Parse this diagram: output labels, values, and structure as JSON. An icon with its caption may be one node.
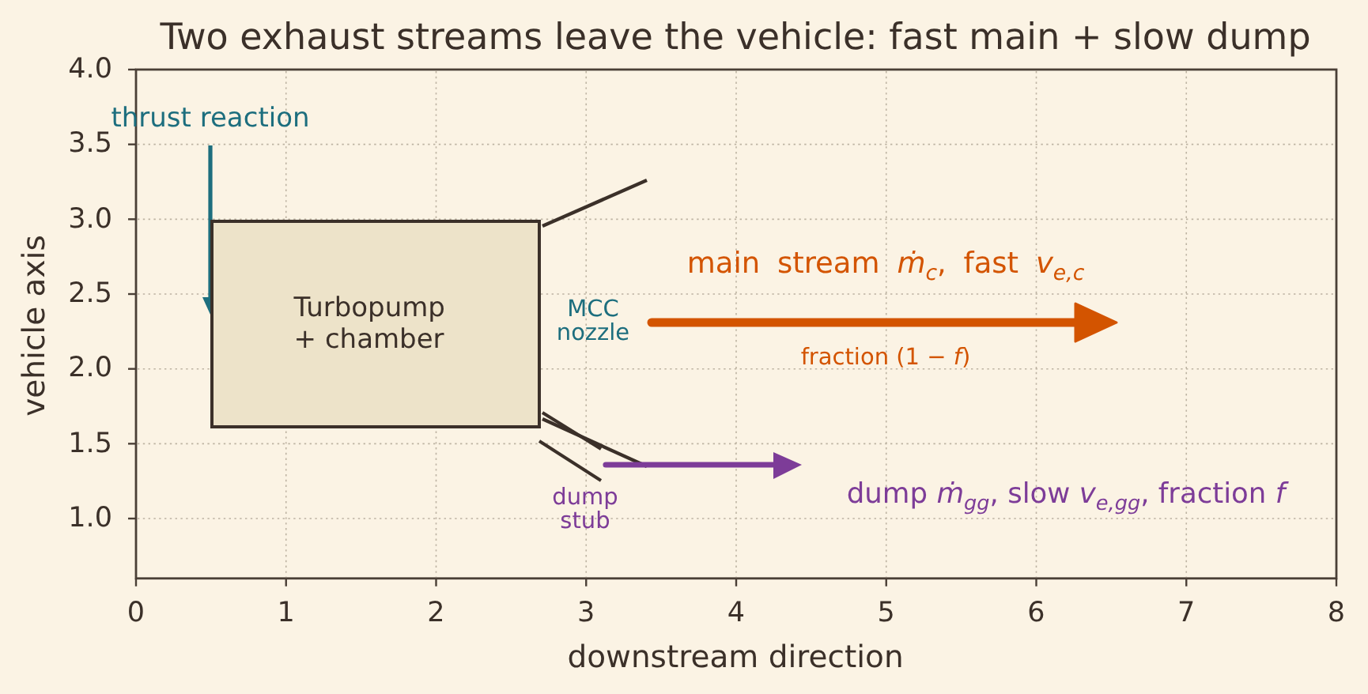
{
  "diagram": {
    "title": "Two exhaust streams leave the vehicle: fast main + slow dump",
    "nodes": [
      {
        "text": [
          "Turbopump + chamber"
        ]
      }
    ],
    "labels": [
      "thrust reaction",
      "main stream *ṁ*$_{c}$, fast *v*$_{e,c}$",
      "MCC nozzle",
      "fraction (1 − *f*)",
      "dump stub",
      "dump *ṁ*$_{gg}$, slow *v*$_{e,gg}$, fraction *f*",
      "4.0",
      "3.5",
      "3.0",
      "2.5",
      "2.0",
      "1.5",
      "1.0",
      "vehicle axis",
      "0",
      "1",
      "2",
      "3",
      "4",
      "5",
      "6",
      "7",
      "8",
      "downstream direction"
    ]
  }
}
